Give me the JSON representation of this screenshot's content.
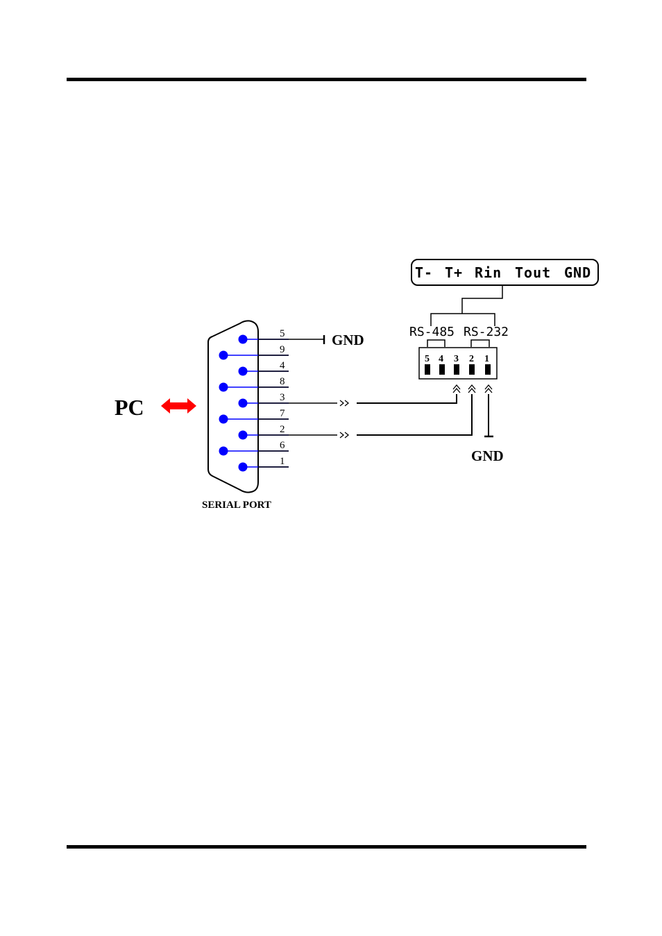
{
  "diagram": {
    "pc_label": "PC",
    "serial_port_caption": "SERIAL PORT",
    "serial_gnd_label": "GND",
    "device_gnd_label": "GND",
    "db9_pins": [
      "5",
      "9",
      "4",
      "8",
      "3",
      "7",
      "2",
      "6",
      "1"
    ],
    "terminal_labels": [
      "T-",
      "T+",
      "Rin",
      "Tout",
      "GND"
    ],
    "rs485_label": "RS-485",
    "rs232_label": "RS-232",
    "connector_pins": [
      "5",
      "4",
      "3",
      "2",
      "1"
    ],
    "colors": {
      "pin_dot": "#0000ff",
      "pin_line": "#0000ff",
      "arrow": "#ff0000"
    }
  }
}
